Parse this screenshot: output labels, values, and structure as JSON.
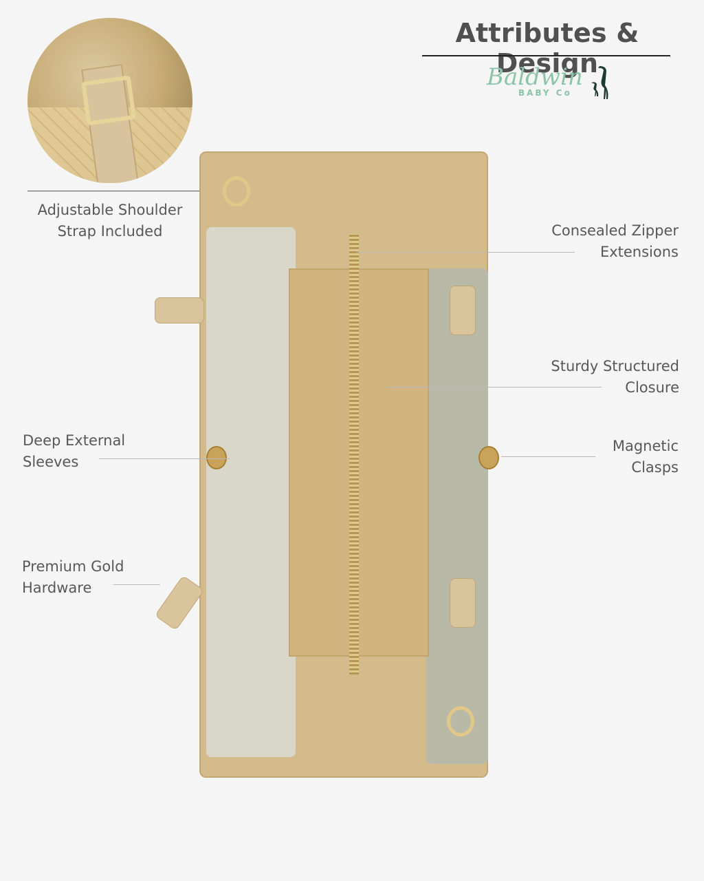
{
  "header": {
    "title": "Attributes & Design",
    "logo": {
      "script": "Baldwin",
      "sub": "BABY Co",
      "icon": "heron-birds-icon"
    }
  },
  "inset": {
    "caption_line1": "Adjustable Shoulder",
    "caption_line2": "Strap Included"
  },
  "callouts": [
    {
      "line1": "Consealed Zipper",
      "line2": "Extensions"
    },
    {
      "line1": "Sturdy Structured",
      "line2": "Closure"
    },
    {
      "line1": "Deep External",
      "line2": "Sleeves"
    },
    {
      "line1": "Magnetic",
      "line2": "Clasps"
    },
    {
      "line1": "Premium Gold",
      "line2": "Hardware"
    }
  ],
  "colors": {
    "background": "#f5f5f5",
    "text": "#585858",
    "logo": "#8cc4aa",
    "heron": "#1e3b33",
    "leather": "#d4bb8c"
  }
}
